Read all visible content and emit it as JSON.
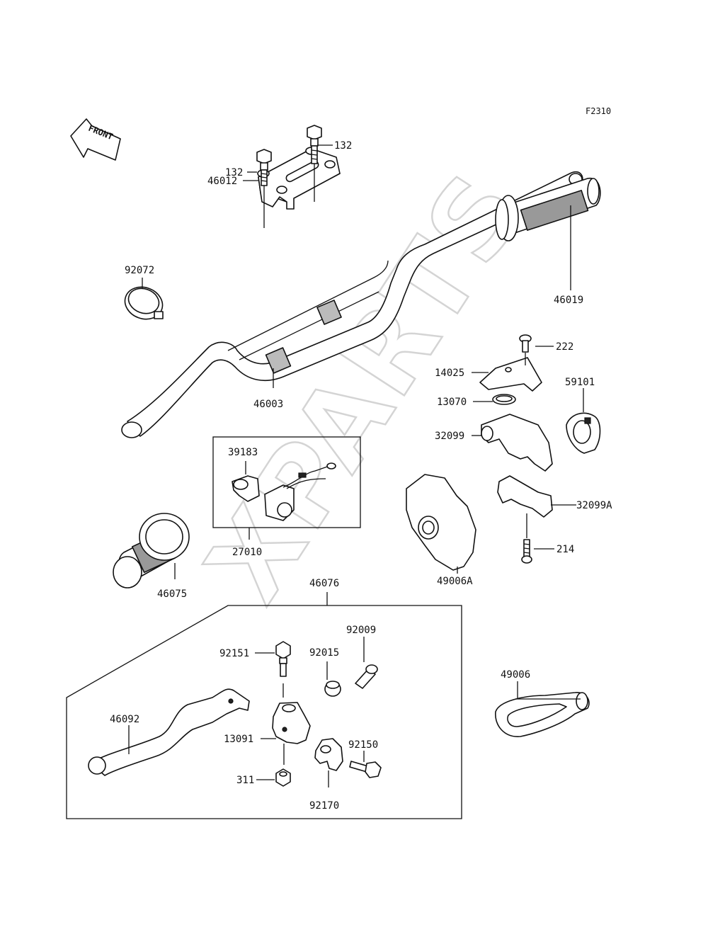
{
  "diagram_code": "F2310",
  "watermark": "XPARTS",
  "front_label": "FRONT",
  "parts": {
    "bolt_132_left": "132",
    "bolt_132_right": "132",
    "holder_46012": "46012",
    "band_92072": "92072",
    "handlebar_46003": "46003",
    "grip_46019": "46019",
    "screw_222": "222",
    "plate_14025": "14025",
    "ring_13070": "13070",
    "guide_59101": "59101",
    "case_32099": "32099",
    "case_32099A": "32099A",
    "screw_214": "214",
    "cover_49006A": "49006A",
    "cover_49006": "49006",
    "clamp_39183": "39183",
    "switch_27010": "27010",
    "grip_46075": "46075",
    "lever_assy_46076": "46076",
    "bolt_92151": "92151",
    "nut_92015": "92015",
    "adjuster_92009": "92009",
    "lever_46092": "46092",
    "holder_13091": "13091",
    "bolt_92150": "92150",
    "nut_311": "311",
    "clamp_92170": "92170"
  }
}
